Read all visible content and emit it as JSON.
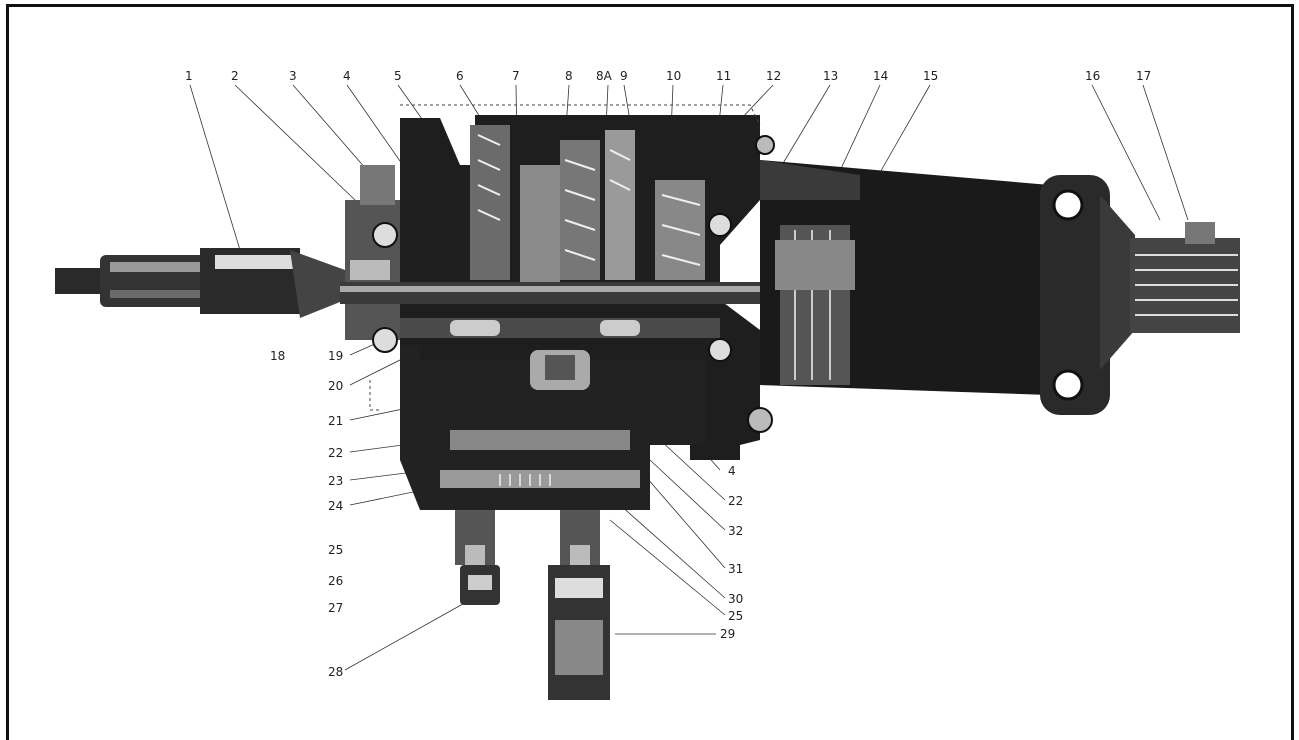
{
  "diagram": {
    "labels": {
      "top": [
        "1",
        "2",
        "3",
        "4",
        "5",
        "6",
        "7",
        "8",
        "8A",
        "9",
        "10",
        "11",
        "12",
        "13",
        "14",
        "15",
        "16",
        "17"
      ],
      "left": [
        "18",
        "19",
        "20",
        "21",
        "22",
        "23",
        "24",
        "25",
        "26",
        "27",
        "28"
      ],
      "right": [
        "4",
        "22",
        "32",
        "31",
        "30",
        "25",
        "29"
      ]
    }
  },
  "colors": {
    "ink": "#1a1a1a",
    "paper": "#ffffff"
  }
}
